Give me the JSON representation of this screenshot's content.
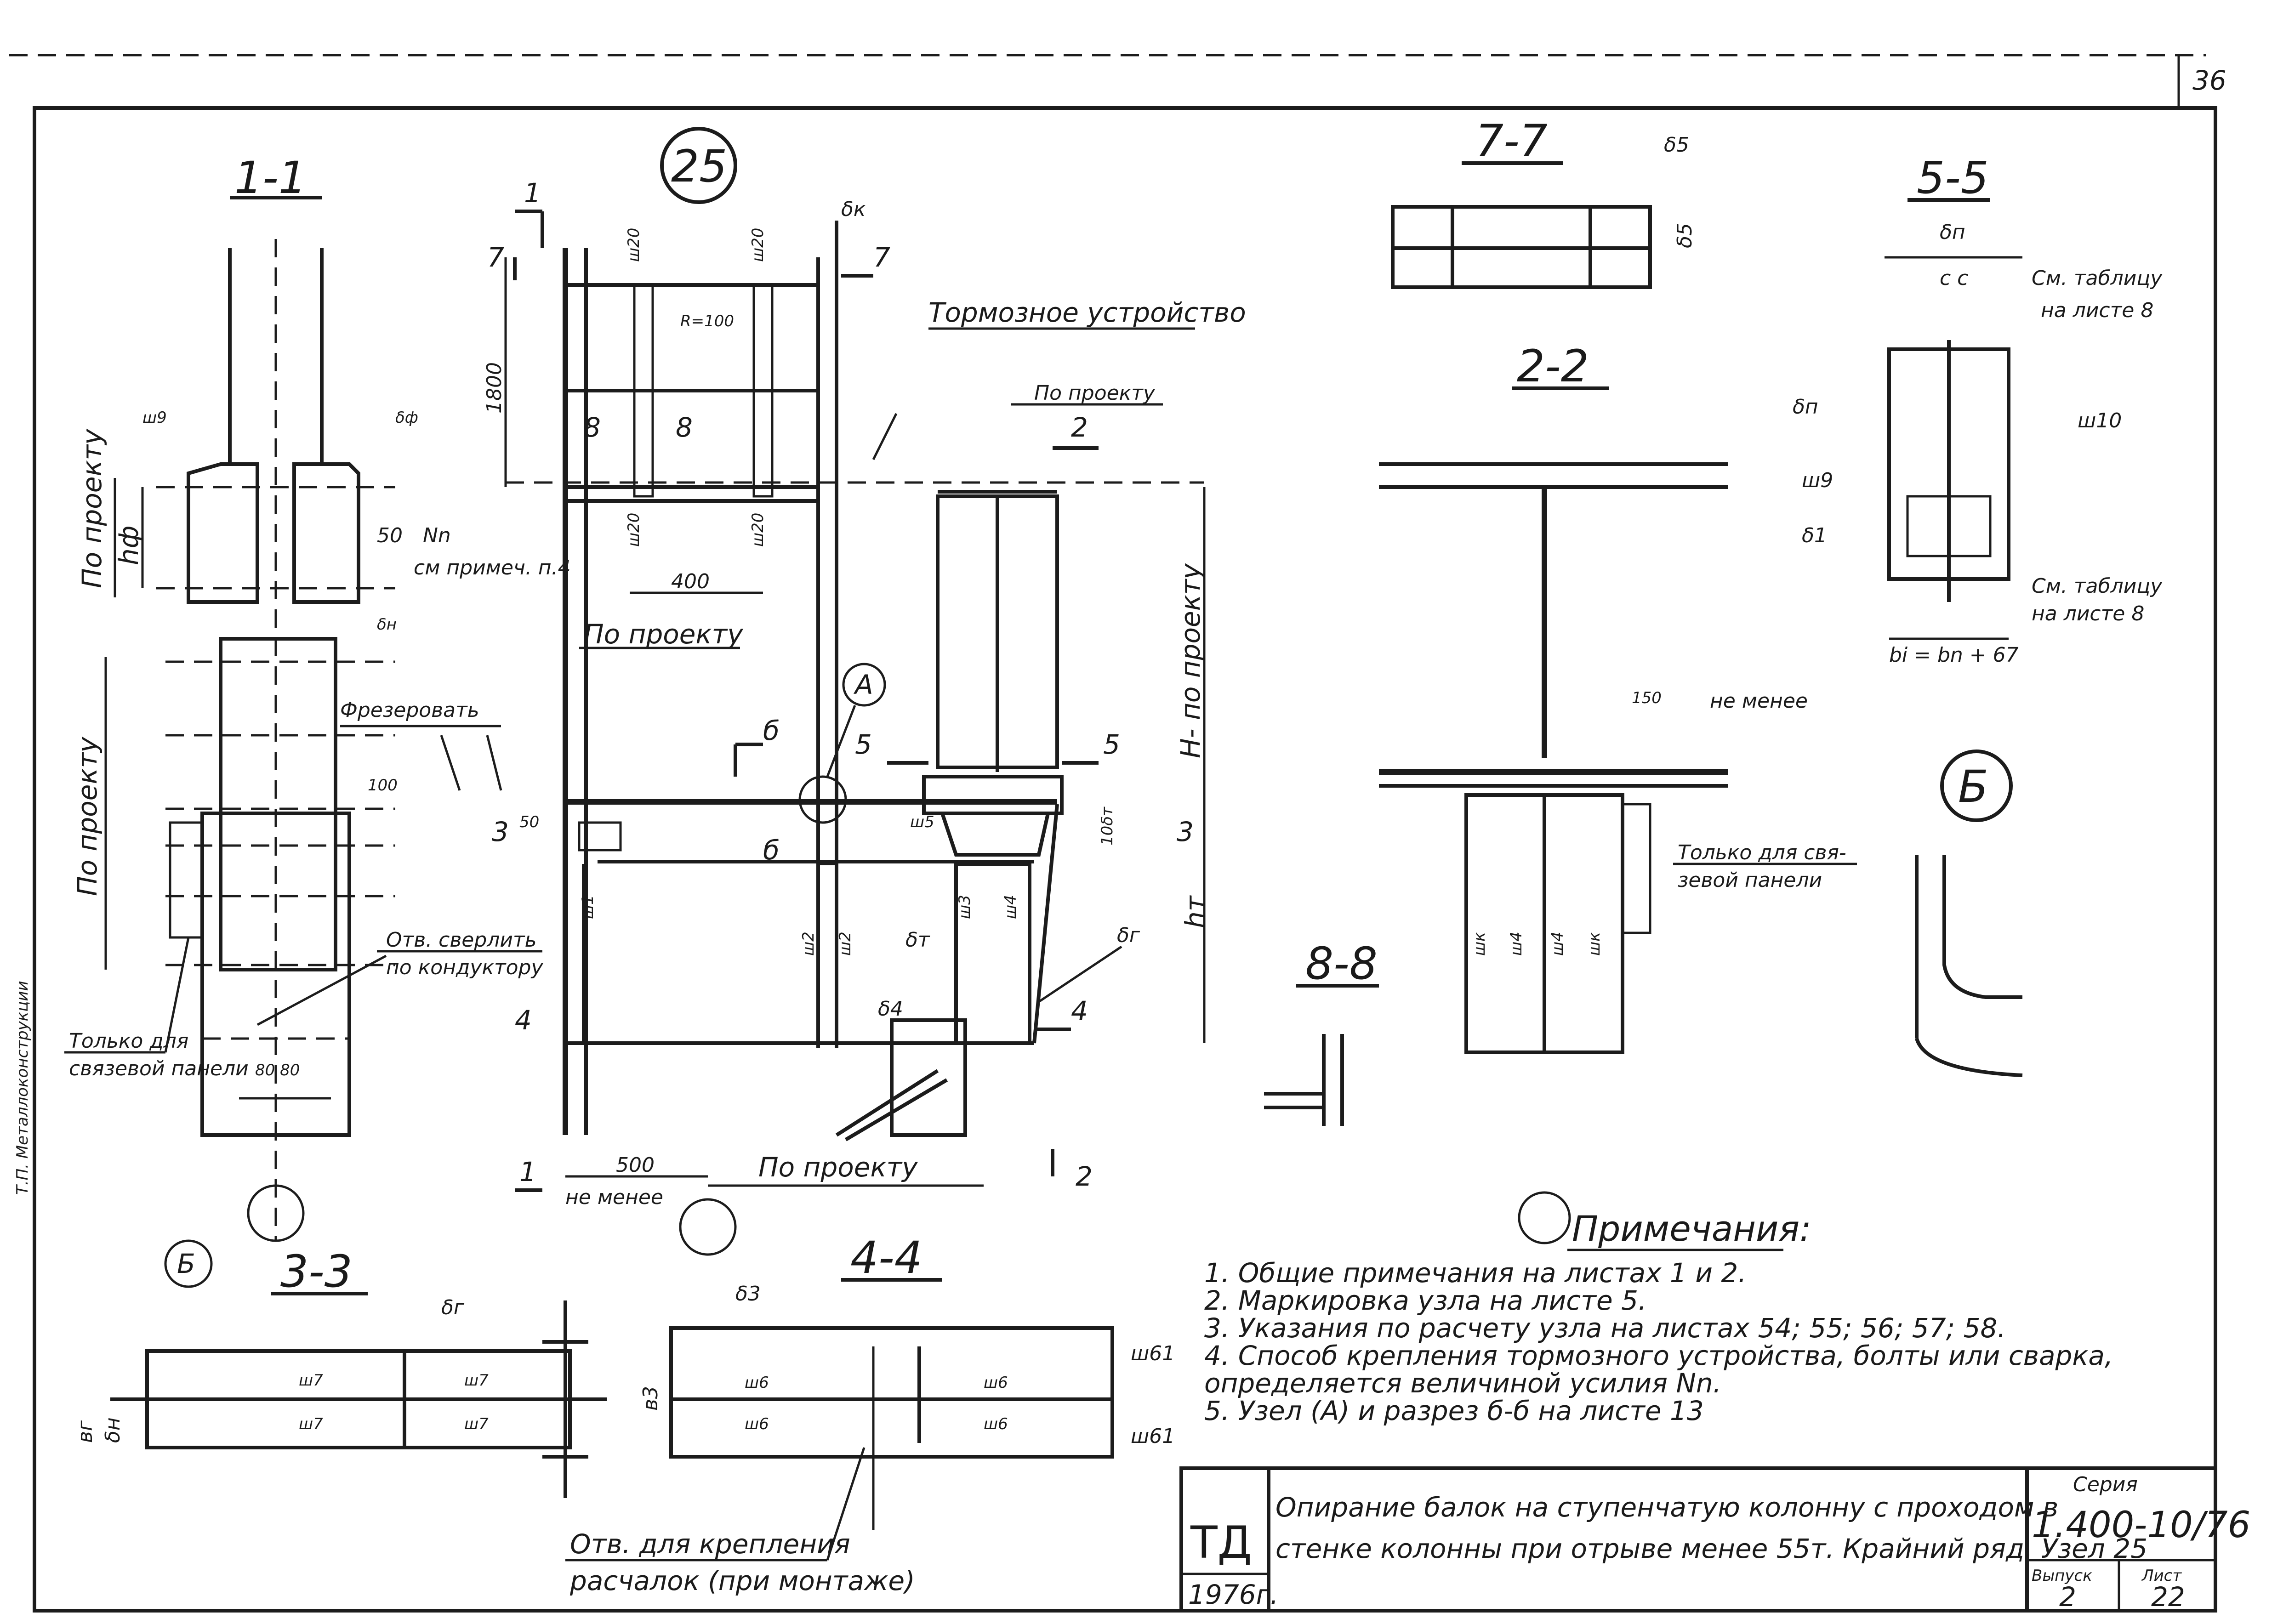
{
  "sheet_number": "36",
  "node_number": "25",
  "sections": {
    "s11": "1-1",
    "s77": "7-7",
    "s22": "2-2",
    "s55": "5-5",
    "s88": "8-8",
    "s33": "3-3",
    "s44": "4-4",
    "detail_b": "Б",
    "node_a": "А"
  },
  "labels": {
    "brake": "Тормозное устройство",
    "po_proektu": "По проекту",
    "h_po_proektu": "Н- по проекту",
    "frezerovat": "Фрезеровать",
    "otv_sverlit": "Отв. сверлить",
    "po_konduktoru": "по кондуктору",
    "tolko_dlya": "Только для",
    "svyazevoi_paneli": "связевой панели",
    "tolko_dlya_sv": "Только для свя-",
    "zevoi_paneli": "зевой панели",
    "see_note": "см примеч. п.4",
    "ne_menee": "не менее",
    "sm_tablicu": "См. таблицу",
    "na_liste_8": "на листе 8",
    "otv_krepl": "Отв. для крепления",
    "raschalok": "расчалок (при монтаже)",
    "dim_1800": "1800",
    "dim_400": "400",
    "dim_500": "500",
    "dim_100": "100",
    "dim_50": "50",
    "dim_80": "80 80",
    "r100": "R=100",
    "n_n": "Nn",
    "h_f": "hф",
    "h_t": "hт",
    "b_formula": "bi = bn + 67"
  },
  "notes": {
    "title": "Примечания:",
    "items": [
      "1. Общие примечания на листах 1 и 2.",
      "2. Маркировка узла на листе 5.",
      "3. Указания по расчету узла на листах 54; 55; 56; 57; 58.",
      "4. Способ крепления тормозного устройства, болты или сварка,",
      "   определяется величиной усилия Nn.",
      "5. Узел (А) и разрез б-б на листе 13"
    ]
  },
  "title_block": {
    "td": "ТД",
    "year": "1976г.",
    "title_line1": "Опирание балок на ступенчатую колонну с проходом в",
    "title_line2": "стенке колонны при отрыве менее 55т. Крайний ряд. Узел 25",
    "series_label": "Серия",
    "series_value": "1.400-10/76",
    "issue_label": "Выпуск",
    "issue_value": "2",
    "sheet_label": "Лист",
    "sheet_value": "22"
  },
  "side_margin": "Т.П. Металлоконструкции",
  "colors": {
    "ink": "#1c1c1c",
    "paper": "#ffffff"
  }
}
